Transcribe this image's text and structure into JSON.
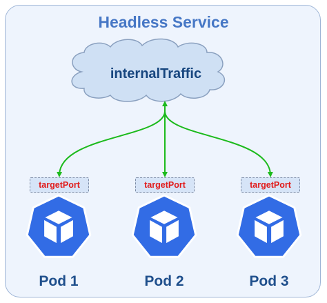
{
  "diagram": {
    "title": "Headless Service",
    "cloud_label": "internalTraffic",
    "colors": {
      "background_panel": "#eef4fd",
      "panel_border": "#9eb5d6",
      "title": "#4677c5",
      "cloud_fill": "#cfe0f4",
      "cloud_stroke": "#8aa0bf",
      "arrow": "#1cba1c",
      "port_text": "#e11b1b",
      "pod_fill": "#326ce5",
      "pod_label": "#1f4f8c"
    },
    "pods": [
      {
        "port_label": "targetPort",
        "pod_label": "Pod 1",
        "icon": "kubernetes-pod-icon"
      },
      {
        "port_label": "targetPort",
        "pod_label": "Pod 2",
        "icon": "kubernetes-pod-icon"
      },
      {
        "port_label": "targetPort",
        "pod_label": "Pod 3",
        "icon": "kubernetes-pod-icon"
      }
    ]
  }
}
